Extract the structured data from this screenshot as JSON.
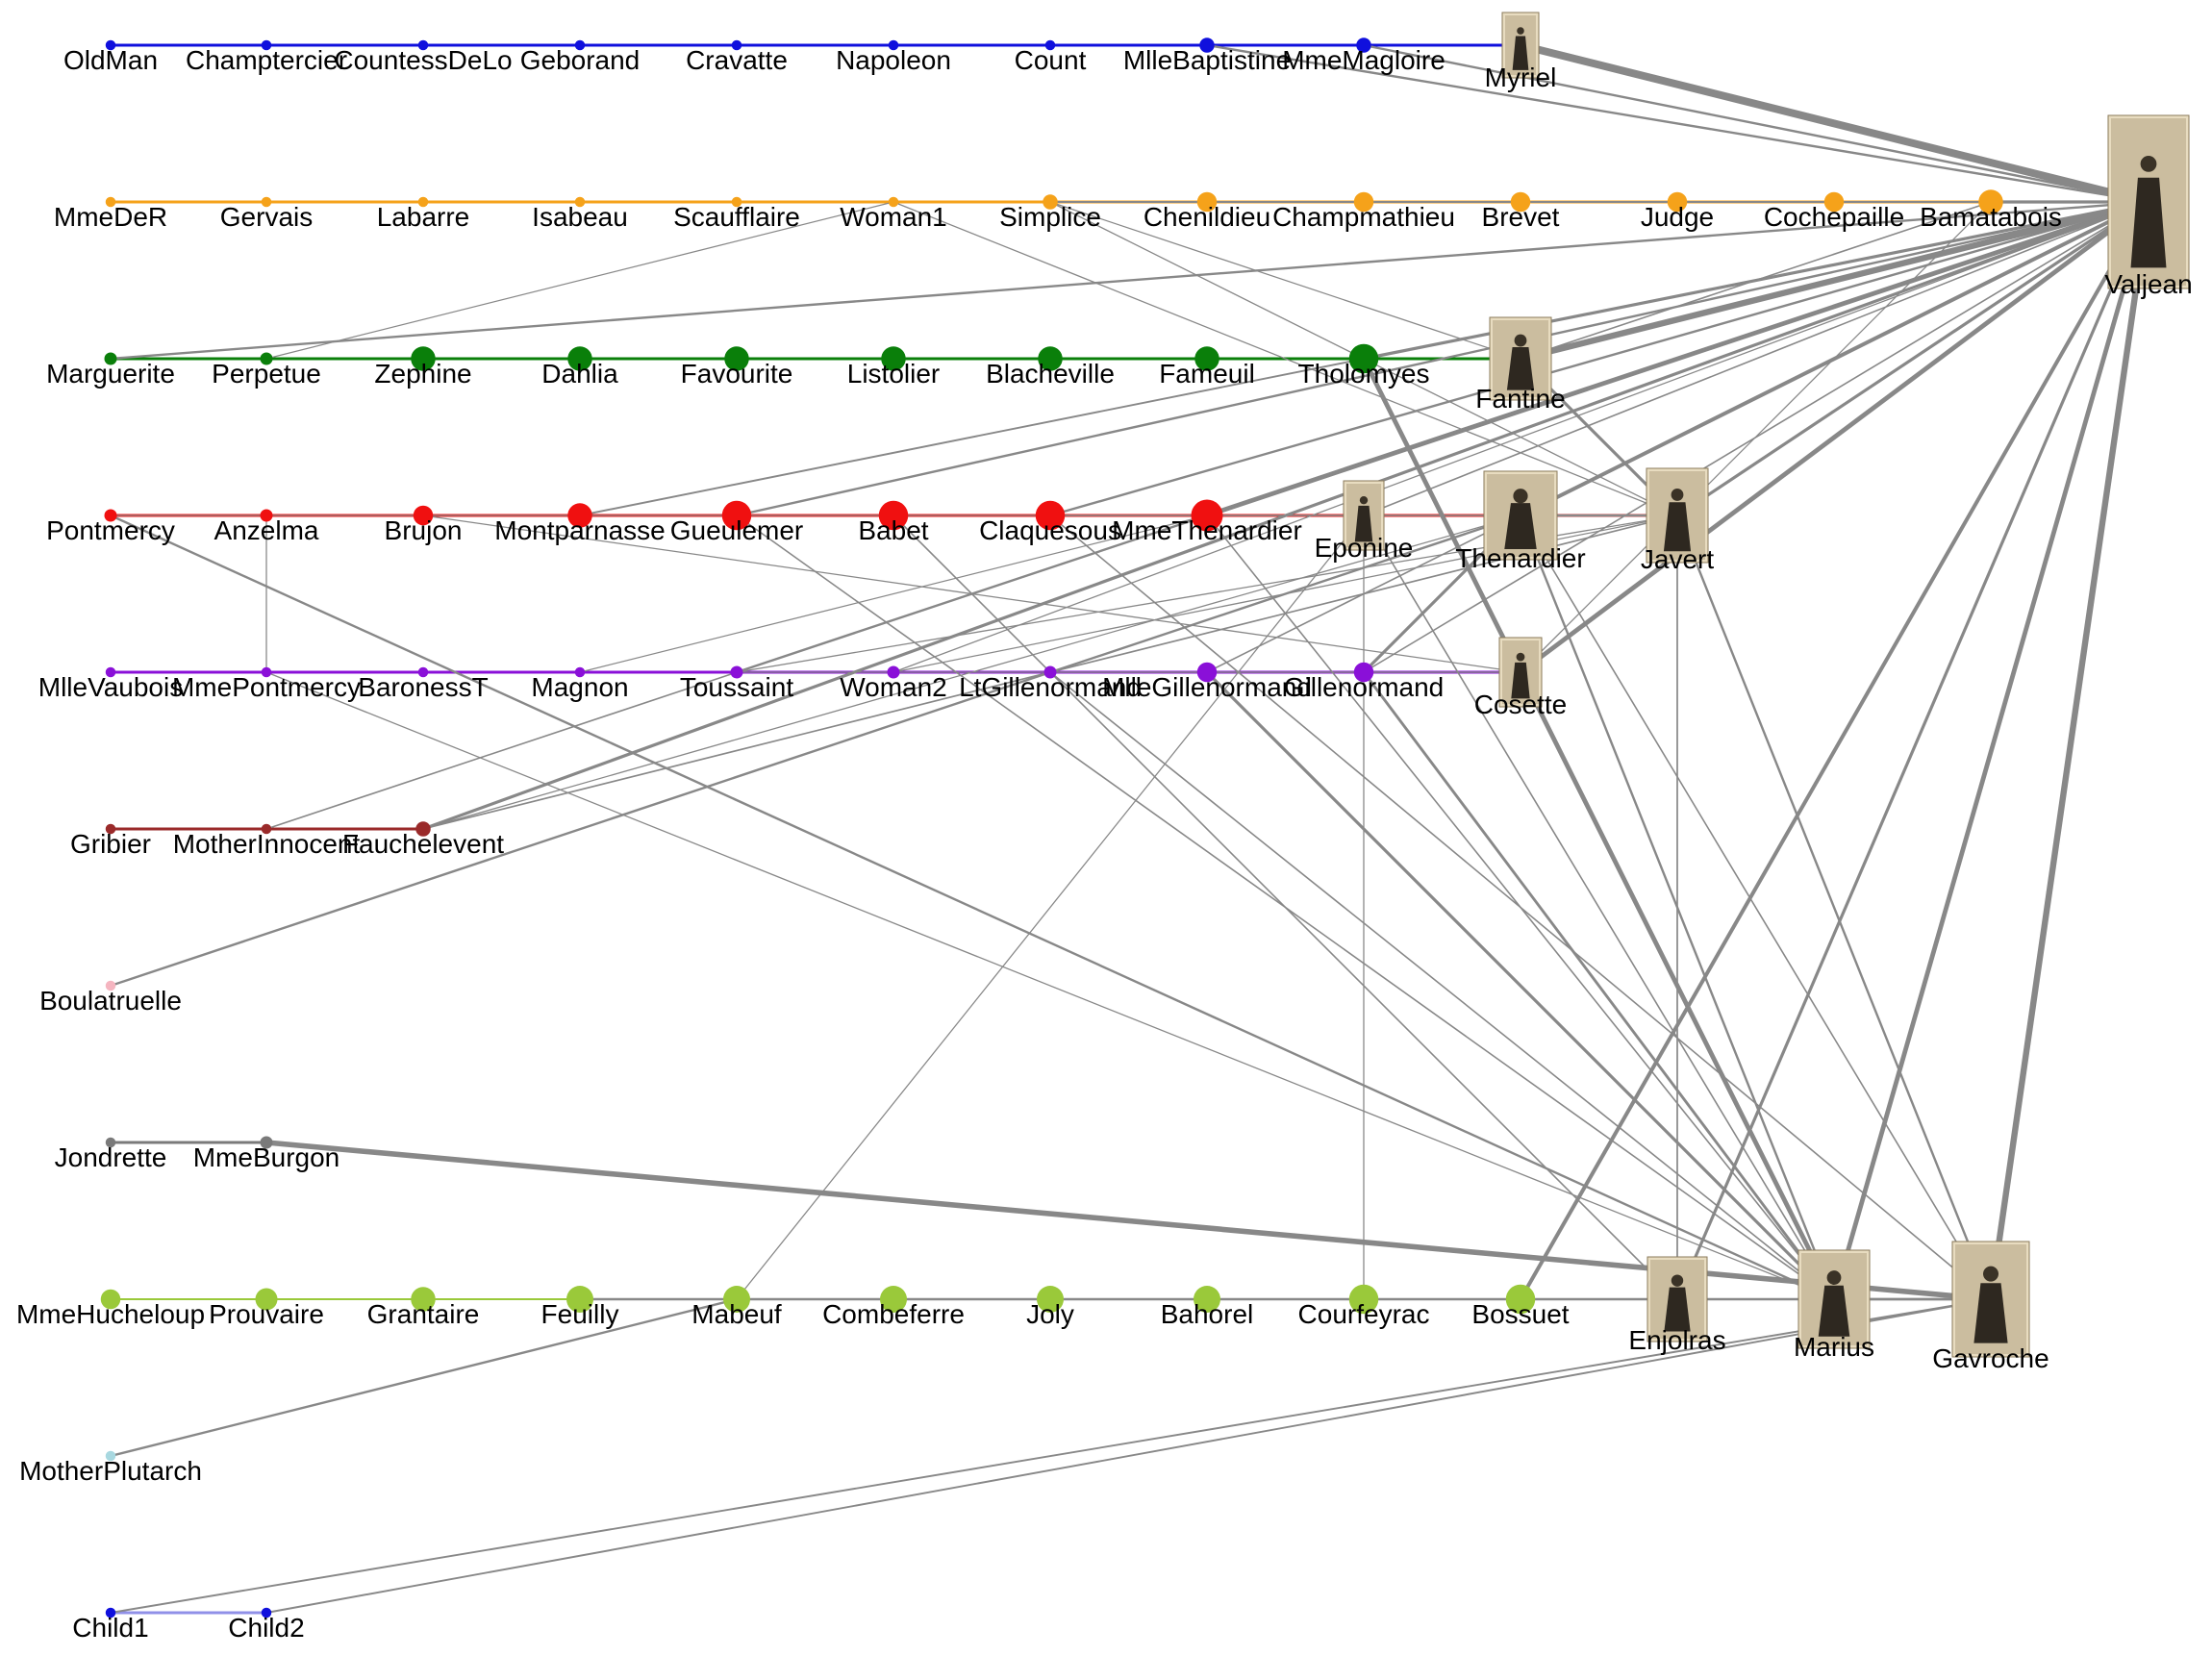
{
  "colors": {
    "edge": "#888888",
    "node_label": "#000000",
    "background": "#ffffff"
  },
  "groups": [
    {
      "id": "blue",
      "color": "#1010dd",
      "members": [
        "OldMan",
        "Champtercier",
        "CountessDeLo",
        "Geborand",
        "Cravatte",
        "Napoleon",
        "Count",
        "MlleBaptistine",
        "MmeMagloire",
        "Myriel"
      ]
    },
    {
      "id": "orange",
      "color": "#f5a21a",
      "members": [
        "MmeDeR",
        "Gervais",
        "Labarre",
        "Isabeau",
        "Scaufflaire",
        "Woman1",
        "Simplice",
        "Chenildieu",
        "Champmathieu",
        "Brevet",
        "Judge",
        "Cochepaille",
        "Bamatabois",
        "Valjean"
      ]
    },
    {
      "id": "green",
      "color": "#0a7f0a",
      "members": [
        "Marguerite",
        "Perpetue",
        "Zephine",
        "Dahlia",
        "Favourite",
        "Listolier",
        "Blacheville",
        "Fameuil",
        "Tholomyes",
        "Fantine"
      ]
    },
    {
      "id": "red",
      "color": "#f01010",
      "members": [
        "Pontmercy",
        "Anzelma",
        "Brujon",
        "Montparnasse",
        "Gueulemer",
        "Babet",
        "Claquesous",
        "MmeThenardier",
        "Eponine",
        "Thenardier",
        "Javert"
      ]
    },
    {
      "id": "purple",
      "color": "#8a10d8",
      "members": [
        "MlleVaubois",
        "MmePontmercy",
        "BaronessT",
        "Magnon",
        "Toussaint",
        "Woman2",
        "LtGillenormand",
        "MlleGillenormand",
        "Gillenormand",
        "Cosette"
      ]
    },
    {
      "id": "brown",
      "color": "#9a2a2a",
      "members": [
        "Gribier",
        "MotherInnocent",
        "Fauchelevent"
      ]
    },
    {
      "id": "pink",
      "color": "#f5b5c0",
      "members": [
        "Boulatruelle"
      ]
    },
    {
      "id": "gray",
      "color": "#7a7a7a",
      "members": [
        "Jondrette",
        "MmeBurgon"
      ]
    },
    {
      "id": "lime",
      "color": "#9ac93a",
      "members": [
        "MmeHucheloup",
        "Prouvaire",
        "Grantaire",
        "Feuilly",
        "Mabeuf",
        "Combeferre",
        "Joly",
        "Bahorel",
        "Courfeyrac",
        "Bossuet",
        "Enjolras",
        "Marius",
        "Gavroche"
      ]
    },
    {
      "id": "lightblue",
      "color": "#a8d8e0",
      "members": [
        "MotherPlutarch"
      ]
    },
    {
      "id": "child",
      "color": "#1010dd",
      "members": [
        "Child1",
        "Child2"
      ]
    }
  ],
  "nodes": [
    {
      "id": "OldMan",
      "label": "OldMan",
      "weight": 1
    },
    {
      "id": "Champtercier",
      "label": "Champtercier",
      "weight": 1
    },
    {
      "id": "CountessDeLo",
      "label": "CountessDeLo",
      "weight": 1
    },
    {
      "id": "Geborand",
      "label": "Geborand",
      "weight": 1
    },
    {
      "id": "Cravatte",
      "label": "Cravatte",
      "weight": 1
    },
    {
      "id": "Napoleon",
      "label": "Napoleon",
      "weight": 1
    },
    {
      "id": "Count",
      "label": "Count",
      "weight": 1
    },
    {
      "id": "MlleBaptistine",
      "label": "MlleBaptistine",
      "weight": 3
    },
    {
      "id": "MmeMagloire",
      "label": "MmeMagloire",
      "weight": 3
    },
    {
      "id": "Myriel",
      "label": "Myriel",
      "portrait": true
    },
    {
      "id": "MmeDeR",
      "label": "MmeDeR",
      "weight": 1
    },
    {
      "id": "Gervais",
      "label": "Gervais",
      "weight": 1
    },
    {
      "id": "Labarre",
      "label": "Labarre",
      "weight": 1
    },
    {
      "id": "Isabeau",
      "label": "Isabeau",
      "weight": 1
    },
    {
      "id": "Scaufflaire",
      "label": "Scaufflaire",
      "weight": 1
    },
    {
      "id": "Woman1",
      "label": "Woman1",
      "weight": 1
    },
    {
      "id": "Simplice",
      "label": "Simplice",
      "weight": 3
    },
    {
      "id": "Chenildieu",
      "label": "Chenildieu",
      "weight": 5
    },
    {
      "id": "Champmathieu",
      "label": "Champmathieu",
      "weight": 5
    },
    {
      "id": "Brevet",
      "label": "Brevet",
      "weight": 5
    },
    {
      "id": "Judge",
      "label": "Judge",
      "weight": 5
    },
    {
      "id": "Cochepaille",
      "label": "Cochepaille",
      "weight": 5
    },
    {
      "id": "Bamatabois",
      "label": "Bamatabois",
      "weight": 7
    },
    {
      "id": "Valjean",
      "label": "Valjean",
      "portrait": true
    },
    {
      "id": "Marguerite",
      "label": "Marguerite",
      "weight": 2
    },
    {
      "id": "Perpetue",
      "label": "Perpetue",
      "weight": 2
    },
    {
      "id": "Zephine",
      "label": "Zephine",
      "weight": 7
    },
    {
      "id": "Dahlia",
      "label": "Dahlia",
      "weight": 7
    },
    {
      "id": "Favourite",
      "label": "Favourite",
      "weight": 7
    },
    {
      "id": "Listolier",
      "label": "Listolier",
      "weight": 7
    },
    {
      "id": "Blacheville",
      "label": "Blacheville",
      "weight": 7
    },
    {
      "id": "Fameuil",
      "label": "Fameuil",
      "weight": 7
    },
    {
      "id": "Tholomyes",
      "label": "Tholomyes",
      "weight": 9
    },
    {
      "id": "Fantine",
      "label": "Fantine",
      "portrait": true
    },
    {
      "id": "Pontmercy",
      "label": "Pontmercy",
      "weight": 2
    },
    {
      "id": "Anzelma",
      "label": "Anzelma",
      "weight": 2
    },
    {
      "id": "Brujon",
      "label": "Brujon",
      "weight": 5
    },
    {
      "id": "Montparnasse",
      "label": "Montparnasse",
      "weight": 7
    },
    {
      "id": "Gueulemer",
      "label": "Gueulemer",
      "weight": 9
    },
    {
      "id": "Babet",
      "label": "Babet",
      "weight": 9
    },
    {
      "id": "Claquesous",
      "label": "Claquesous",
      "weight": 9
    },
    {
      "id": "MmeThenardier",
      "label": "MmeThenardier",
      "weight": 10
    },
    {
      "id": "Eponine",
      "label": "Eponine",
      "portrait": true
    },
    {
      "id": "Thenardier",
      "label": "Thenardier",
      "portrait": true
    },
    {
      "id": "Javert",
      "label": "Javert",
      "portrait": true
    },
    {
      "id": "MlleVaubois",
      "label": "MlleVaubois",
      "weight": 1
    },
    {
      "id": "MmePontmercy",
      "label": "MmePontmercy",
      "weight": 1
    },
    {
      "id": "BaronessT",
      "label": "BaronessT",
      "weight": 1
    },
    {
      "id": "Magnon",
      "label": "Magnon",
      "weight": 1
    },
    {
      "id": "Toussaint",
      "label": "Toussaint",
      "weight": 2
    },
    {
      "id": "Woman2",
      "label": "Woman2",
      "weight": 2
    },
    {
      "id": "LtGillenormand",
      "label": "LtGillenormand",
      "weight": 2
    },
    {
      "id": "MlleGillenormand",
      "label": "MlleGillenormand",
      "weight": 5
    },
    {
      "id": "Gillenormand",
      "label": "Gillenormand",
      "weight": 5
    },
    {
      "id": "Cosette",
      "label": "Cosette",
      "portrait": true
    },
    {
      "id": "Gribier",
      "label": "Gribier",
      "weight": 1
    },
    {
      "id": "MotherInnocent",
      "label": "MotherInnocent",
      "weight": 1
    },
    {
      "id": "Fauchelevent",
      "label": "Fauchelevent",
      "weight": 3
    },
    {
      "id": "Boulatruelle",
      "label": "Boulatruelle",
      "weight": 1
    },
    {
      "id": "Jondrette",
      "label": "Jondrette",
      "weight": 1
    },
    {
      "id": "MmeBurgon",
      "label": "MmeBurgon",
      "weight": 2
    },
    {
      "id": "MmeHucheloup",
      "label": "MmeHucheloup",
      "weight": 5
    },
    {
      "id": "Prouvaire",
      "label": "Prouvaire",
      "weight": 6
    },
    {
      "id": "Grantaire",
      "label": "Grantaire",
      "weight": 7
    },
    {
      "id": "Feuilly",
      "label": "Feuilly",
      "weight": 8
    },
    {
      "id": "Mabeuf",
      "label": "Mabeuf",
      "weight": 8
    },
    {
      "id": "Combeferre",
      "label": "Combeferre",
      "weight": 8
    },
    {
      "id": "Joly",
      "label": "Joly",
      "weight": 8
    },
    {
      "id": "Bahorel",
      "label": "Bahorel",
      "weight": 8
    },
    {
      "id": "Courfeyrac",
      "label": "Courfeyrac",
      "weight": 9
    },
    {
      "id": "Bossuet",
      "label": "Bossuet",
      "weight": 9
    },
    {
      "id": "Enjolras",
      "label": "Enjolras",
      "portrait": true
    },
    {
      "id": "Marius",
      "label": "Marius",
      "portrait": true
    },
    {
      "id": "Gavroche",
      "label": "Gavroche",
      "portrait": true
    },
    {
      "id": "MotherPlutarch",
      "label": "MotherPlutarch",
      "weight": 1
    },
    {
      "id": "Child1",
      "label": "Child1",
      "weight": 1
    },
    {
      "id": "Child2",
      "label": "Child2",
      "weight": 1
    }
  ],
  "links": [
    [
      "Myriel",
      "Valjean",
      5
    ],
    [
      "MmeMagloire",
      "Valjean",
      1.5
    ],
    [
      "MlleBaptistine",
      "Valjean",
      1.5
    ],
    [
      "Myriel",
      "Valjean",
      1.2
    ],
    [
      "Bamatabois",
      "Valjean",
      2
    ],
    [
      "Simplice",
      "Valjean",
      1.2
    ],
    [
      "Judge",
      "Valjean",
      1
    ],
    [
      "Cochepaille",
      "Valjean",
      1
    ],
    [
      "Marguerite",
      "Valjean",
      1.5
    ],
    [
      "Perpetue",
      "Woman1",
      0.8
    ],
    [
      "Woman1",
      "Javert",
      0.8
    ],
    [
      "Tholomyes",
      "Valjean",
      2
    ],
    [
      "Fantine",
      "Valjean",
      4
    ],
    [
      "Fantine",
      "Javert",
      2
    ],
    [
      "Tholomyes",
      "Cosette",
      3
    ],
    [
      "Simplice",
      "Javert",
      0.8
    ],
    [
      "Simplice",
      "Fantine",
      0.8
    ],
    [
      "Bamatabois",
      "Javert",
      0.8
    ],
    [
      "Bamatabois",
      "Fantine",
      1
    ],
    [
      "Montparnasse",
      "Valjean",
      1.2
    ],
    [
      "Gueulemer",
      "Valjean",
      1.5
    ],
    [
      "Claquesous",
      "Valjean",
      1.5
    ],
    [
      "MmeThenardier",
      "Valjean",
      3
    ],
    [
      "Eponine",
      "Valjean",
      1
    ],
    [
      "Thenardier",
      "Valjean",
      2.5
    ],
    [
      "Javert",
      "Valjean",
      2
    ],
    [
      "Thenardier",
      "Javert",
      1.5
    ],
    [
      "Pontmercy",
      "Marius",
      1.5
    ],
    [
      "Pontmercy",
      "Thenardier",
      0.8
    ],
    [
      "Anzelma",
      "MmePontmercy",
      0.8
    ],
    [
      "Brujon",
      "Cosette",
      0.8
    ],
    [
      "Gueulemer",
      "Marius",
      1
    ],
    [
      "Babet",
      "Enjolras",
      1
    ],
    [
      "Claquesous",
      "Javert",
      1
    ],
    [
      "Claquesous",
      "Gavroche",
      1
    ],
    [
      "MmeThenardier",
      "Marius",
      1
    ],
    [
      "Eponine",
      "Mabeuf",
      0.8
    ],
    [
      "Eponine",
      "Marius",
      1
    ],
    [
      "Thenardier",
      "Marius",
      1.5
    ],
    [
      "Thenardier",
      "Gavroche",
      1
    ],
    [
      "Javert",
      "Enjolras",
      1
    ],
    [
      "Javert",
      "Gavroche",
      1.5
    ],
    [
      "Toussaint",
      "Valjean",
      1.5
    ],
    [
      "Toussaint",
      "Javert",
      0.8
    ],
    [
      "Toussaint",
      "Cosette",
      0.8
    ],
    [
      "Woman2",
      "Valjean",
      0.8
    ],
    [
      "Woman2",
      "Javert",
      0.8
    ],
    [
      "LtGillenormand",
      "Cosette",
      0.8
    ],
    [
      "LtGillenormand",
      "Marius",
      1
    ],
    [
      "MlleGillenormand",
      "Valjean",
      1
    ],
    [
      "MlleGillenormand",
      "Marius",
      2
    ],
    [
      "Gillenormand",
      "Valjean",
      1
    ],
    [
      "Gillenormand",
      "Marius",
      1.8
    ],
    [
      "Gillenormand",
      "Thenardier",
      2
    ],
    [
      "Cosette",
      "Marius",
      3
    ],
    [
      "Cosette",
      "Valjean",
      3
    ],
    [
      "Cosette",
      "Javert",
      0.8
    ],
    [
      "MotherInnocent",
      "Valjean",
      1
    ],
    [
      "Fauchelevent",
      "Valjean",
      2
    ],
    [
      "Fauchelevent",
      "Javert",
      1
    ],
    [
      "Fauchelevent",
      "Thenardier",
      0.8
    ],
    [
      "Boulatruelle",
      "Thenardier",
      1.5
    ],
    [
      "Magnon",
      "MmeThenardier",
      0.8
    ],
    [
      "MmeBurgon",
      "Gavroche",
      3.5
    ],
    [
      "MmePontmercy",
      "Marius",
      0.8
    ],
    [
      "Feuilly",
      "Gavroche",
      1.5
    ],
    [
      "Mabeuf",
      "Gavroche",
      0.8
    ],
    [
      "MotherPlutarch",
      "Mabeuf",
      1.5
    ],
    [
      "Courfeyrac",
      "Eponine",
      0.8
    ],
    [
      "Bossuet",
      "Valjean",
      2.5
    ],
    [
      "Enjolras",
      "Valjean",
      2
    ],
    [
      "Marius",
      "Valjean",
      3
    ],
    [
      "Gavroche",
      "Valjean",
      4
    ],
    [
      "Enjolras",
      "Javert",
      0.8
    ],
    [
      "Child1",
      "Gavroche",
      1.2
    ],
    [
      "Child2",
      "Gavroche",
      1.2
    ],
    [
      "Marius",
      "Gavroche",
      1.5
    ],
    [
      "Enjolras",
      "Gavroche",
      1
    ]
  ]
}
